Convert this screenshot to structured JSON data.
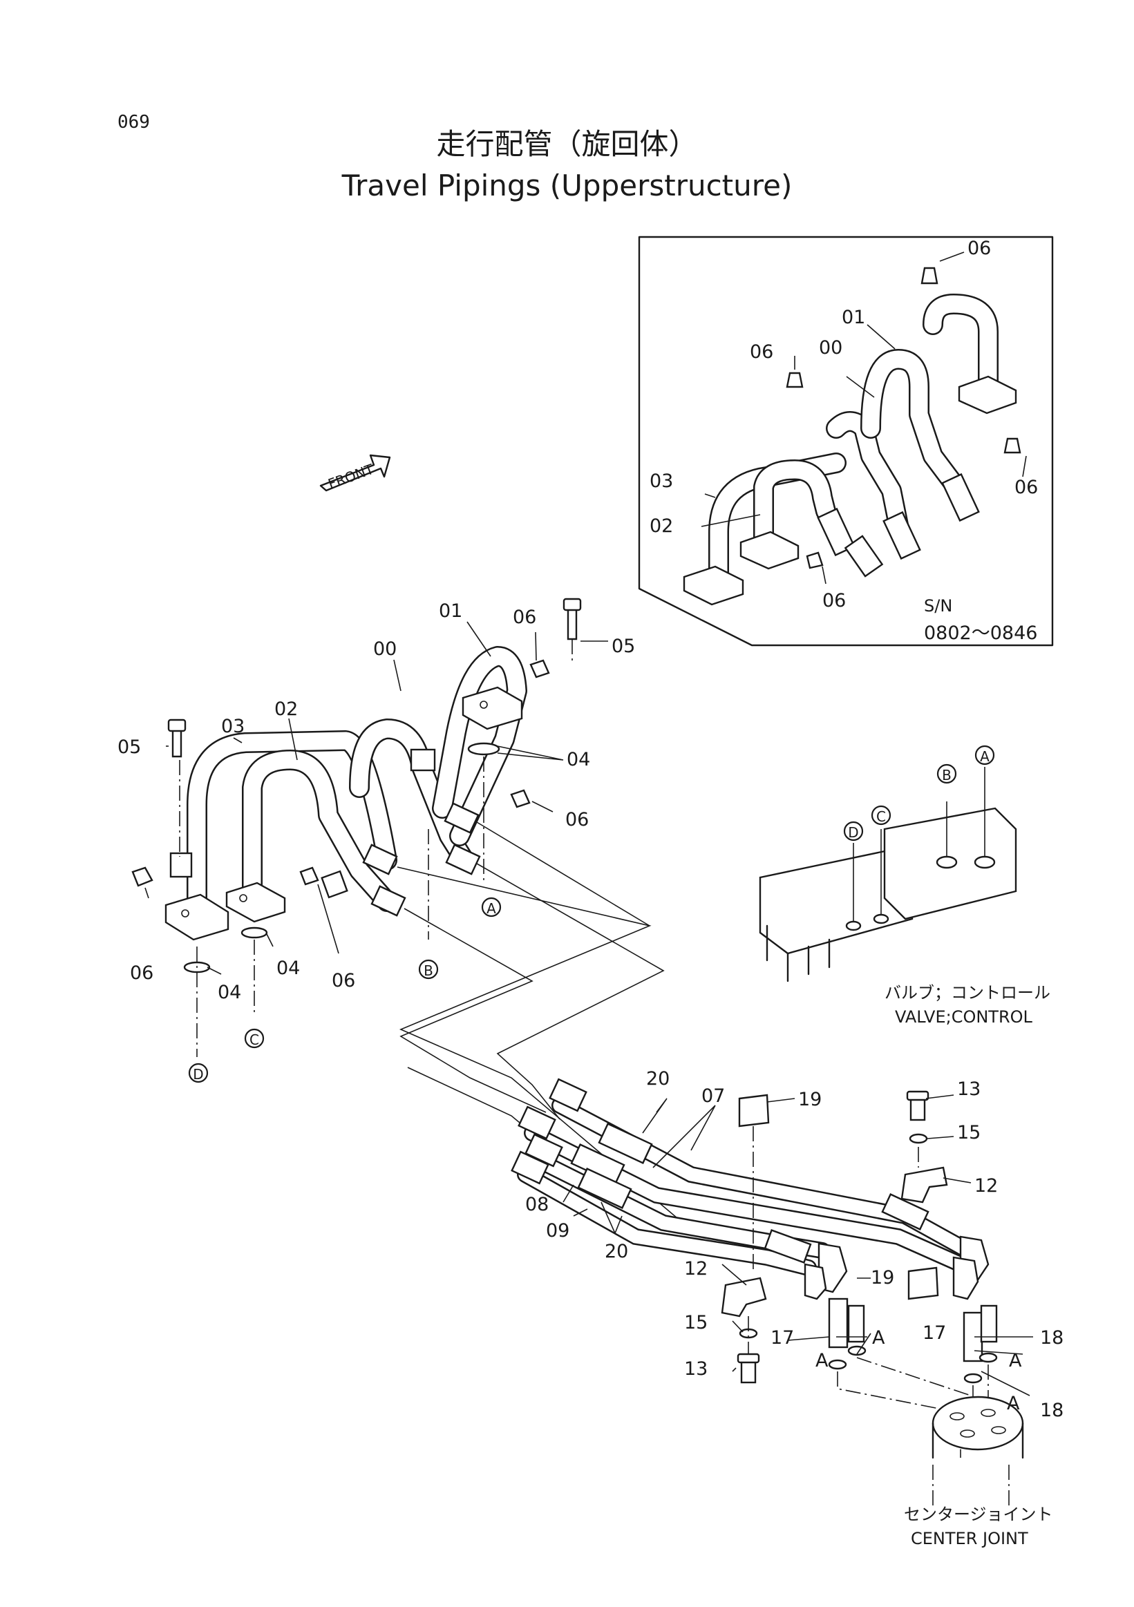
{
  "page_number": "069",
  "title_jp": "走行配管（旋回体）",
  "title_en": "Travel Pipings (Upperstructure)",
  "front_label": "FRONT",
  "inset": {
    "sn_label": "S/N",
    "sn_range": "0802～0846",
    "callouts": [
      "06",
      "01",
      "06",
      "00",
      "03",
      "02",
      "06",
      "06"
    ]
  },
  "main_callouts": {
    "c01": "01",
    "c06a": "06",
    "c05a": "05",
    "c00": "00",
    "c02": "02",
    "c03": "03",
    "c05b": "05",
    "c04a": "04",
    "c06b": "06",
    "c06c": "06",
    "c04b": "04",
    "c06d": "06",
    "c04c": "04",
    "c20a": "20",
    "c07": "07",
    "c19a": "19",
    "c13a": "13",
    "c15a": "15",
    "c12a": "12",
    "c08": "08",
    "c09": "09",
    "c20b": "20",
    "c12b": "12",
    "c19b": "19",
    "c15b": "15",
    "c17a": "17",
    "c17b": "17",
    "c18a": "18",
    "c13b": "13",
    "c18b": "18"
  },
  "port_letters": {
    "a": "A",
    "b": "B",
    "c": "C",
    "d": "D",
    "v_a": "A",
    "v_b": "B",
    "v_c": "C",
    "v_d": "D",
    "o_a1": "A",
    "o_a2": "A",
    "o_a3": "A",
    "o_a4": "A"
  },
  "valve_label_jp": "バルブ；コントロール",
  "valve_label_en": "VALVE;CONTROL",
  "joint_label_jp": "センタージョイント",
  "joint_label_en": "CENTER  JOINT"
}
